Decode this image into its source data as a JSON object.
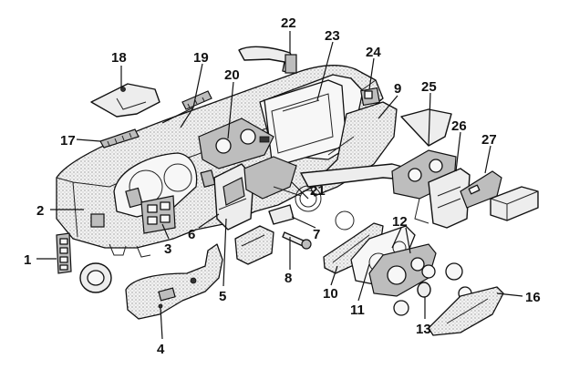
{
  "callouts": [
    {
      "id": "1",
      "label": "1"
    },
    {
      "id": "2",
      "label": "2"
    },
    {
      "id": "3",
      "label": "3"
    },
    {
      "id": "4",
      "label": "4"
    },
    {
      "id": "5",
      "label": "5"
    },
    {
      "id": "6",
      "label": "6"
    },
    {
      "id": "7",
      "label": "7"
    },
    {
      "id": "8",
      "label": "8"
    },
    {
      "id": "9",
      "label": "9"
    },
    {
      "id": "10",
      "label": "10"
    },
    {
      "id": "11",
      "label": "11"
    },
    {
      "id": "12",
      "label": "12"
    },
    {
      "id": "13",
      "label": "13"
    },
    {
      "id": "16",
      "label": "16"
    },
    {
      "id": "17",
      "label": "17"
    },
    {
      "id": "18",
      "label": "18"
    },
    {
      "id": "19",
      "label": "19"
    },
    {
      "id": "20",
      "label": "20"
    },
    {
      "id": "21",
      "label": "21"
    },
    {
      "id": "22",
      "label": "22"
    },
    {
      "id": "23",
      "label": "23"
    },
    {
      "id": "24",
      "label": "24"
    },
    {
      "id": "25",
      "label": "25"
    },
    {
      "id": "26",
      "label": "26"
    },
    {
      "id": "27",
      "label": "27"
    }
  ]
}
